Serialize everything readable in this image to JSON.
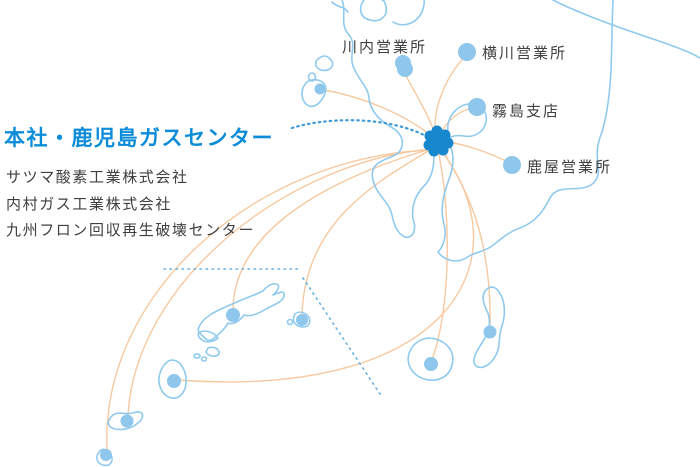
{
  "legend": {
    "headquarters": {
      "label": "本社・鹿児島ガスセンター",
      "color": "#0b8cd8"
    },
    "group_companies": [
      "サツマ酸素工業株式会社",
      "内村ガス工業株式会社",
      "九州フロン回収再生破壊センター"
    ]
  },
  "offices": [
    {
      "name": "川内営業所"
    },
    {
      "name": "横川営業所"
    },
    {
      "name": "霧島支店"
    },
    {
      "name": "鹿屋営業所"
    }
  ],
  "map": {
    "region": "鹿児島",
    "hub_marker": "headquarters-location-dot",
    "labeled_office_dots": 4,
    "unlabeled_island_dots": 8,
    "colors": {
      "coastline": "#8fcaee",
      "location_dot": "#8ec6ec",
      "hub_dot": "#1787ce",
      "connector_line": "#f6c9a0",
      "dotted_line": "#3e9ad6",
      "title_text": "#0b8cd8",
      "label_text": "#3f3f3f"
    }
  }
}
